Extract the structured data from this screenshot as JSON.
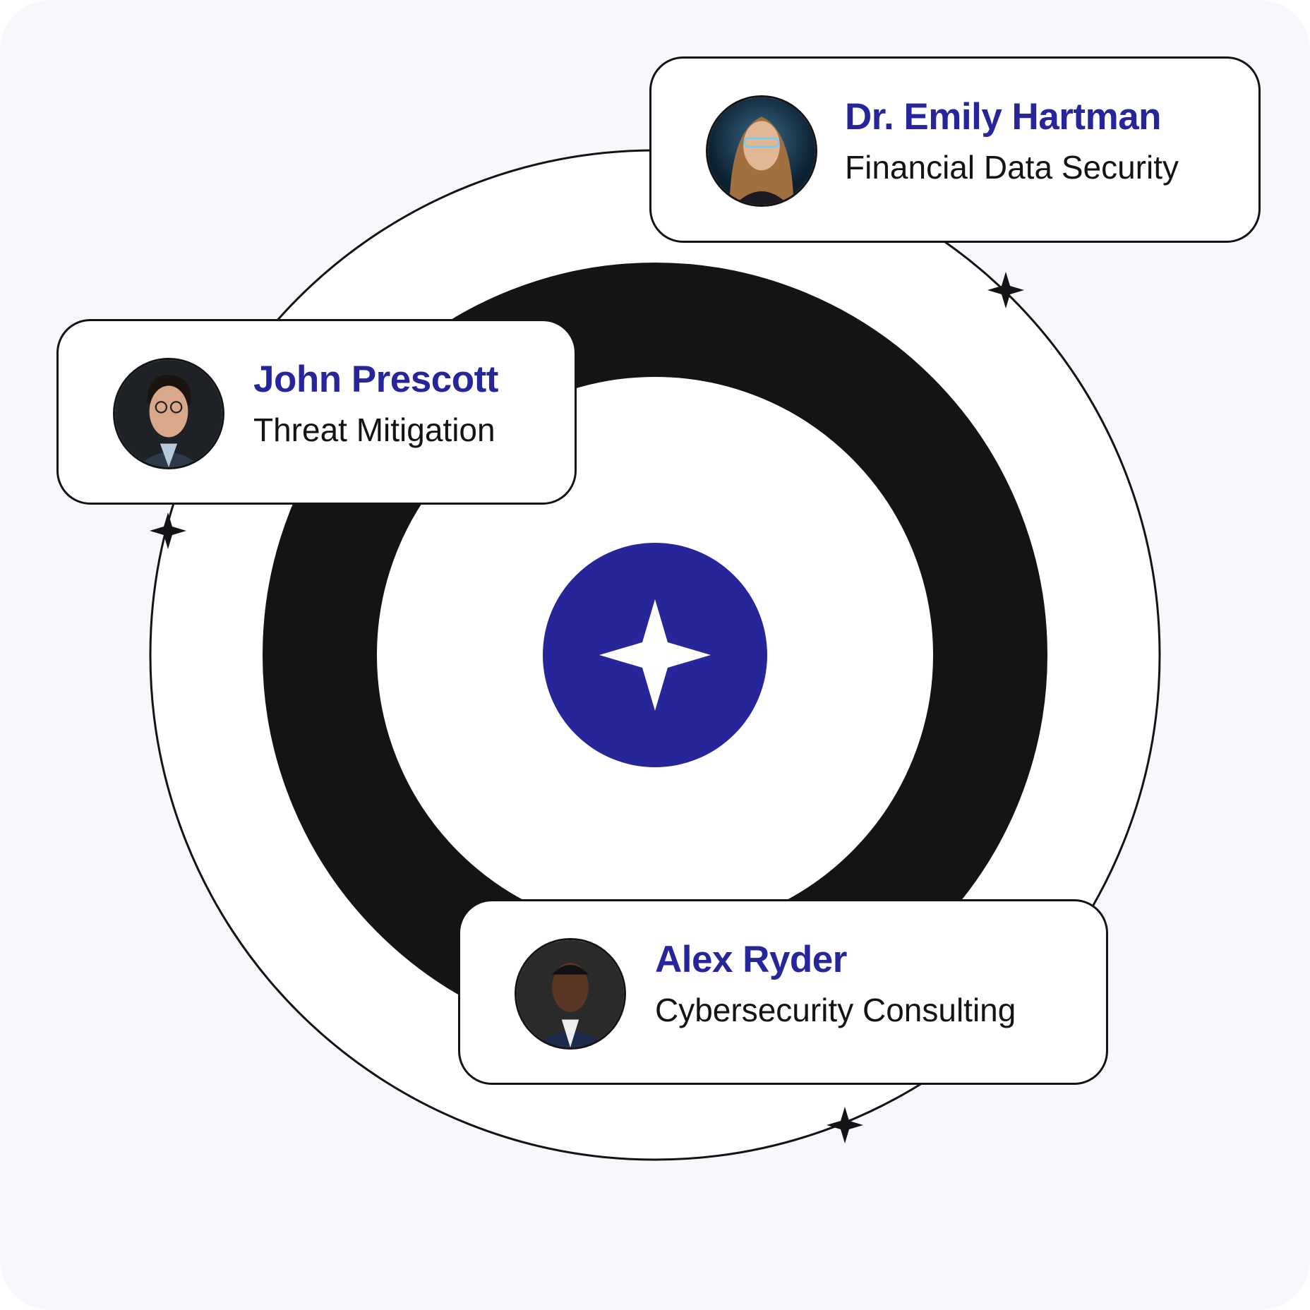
{
  "colors": {
    "accent": "#27259a",
    "ink": "#141316",
    "background": "#f8f7fb"
  },
  "experts": [
    {
      "name": "Dr. Emily Hartman",
      "role": "Financial Data Security"
    },
    {
      "name": "John Prescott",
      "role": "Threat Mitigation"
    },
    {
      "name": "Alex Ryder",
      "role": "Cybersecurity Consulting"
    }
  ],
  "center_icon": "sparkle-star-icon"
}
